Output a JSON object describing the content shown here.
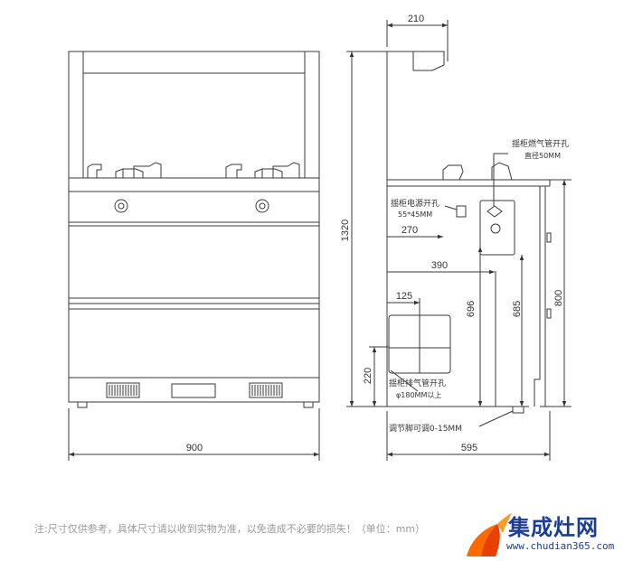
{
  "dimensions": {
    "front_width": "900",
    "front_height": "1320",
    "side_depth": "595",
    "top_depth": "210",
    "side_height": "800",
    "height_696": "696",
    "height_685": "685",
    "exhaust_height": "220",
    "power_width": "270",
    "gas_width": "390",
    "exhaust_width": "125"
  },
  "annotations": {
    "gas_pipe_title": "揺柜燃气管开孔",
    "gas_pipe_size": "直径50MM",
    "power_hole_title": "揺柜电源开孔",
    "power_hole_size": "55*45MM",
    "exhaust_title": "揺柜排气管开孔",
    "exhaust_size": "φ180MM以上",
    "foot_adjust": "调节脚可调0-15MM"
  },
  "footer": {
    "note": "注:尺寸仅供参考，具体尺寸请以收到实物为准，以免造成不必要的损失！（单位：mm）"
  },
  "logo": {
    "name": "集成灶网",
    "url": "www.chudian365.com"
  }
}
